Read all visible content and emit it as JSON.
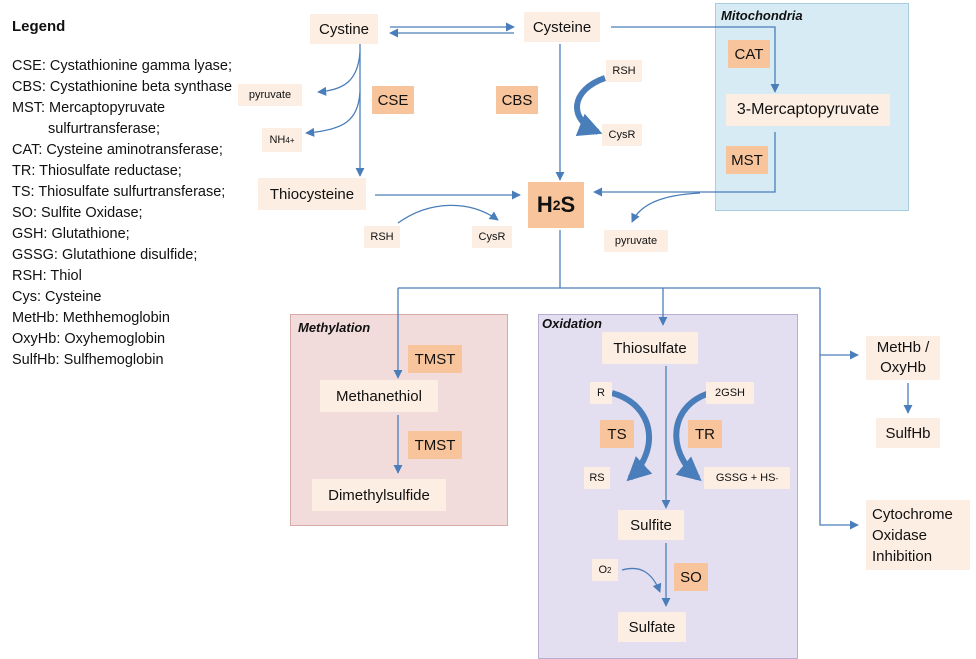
{
  "legend": {
    "title": "Legend",
    "items": [
      "CSE: Cystathionine gamma lyase;",
      "CBS: Cystathionine beta synthase",
      "MST: Mercaptopyruvate sulfurtransferase;",
      "CAT: Cysteine aminotransferase;",
      "TR: Thiosulfate reductase;",
      "TS: Thiosulfate sulfurtransferase;",
      "SO: Sulfite Oxidase;",
      "GSH: Glutathione;",
      "GSSG: Glutathione disulfide;",
      "RSH: Thiol",
      "Cys: Cysteine",
      "MetHb: Methhemoglobin",
      "OxyHb: Oxyhemoglobin",
      "SulfHb: Sulfhemoglobin"
    ]
  },
  "regions": {
    "mitochondria": "Mitochondria",
    "methylation": "Methylation",
    "oxidation": "Oxidation"
  },
  "metabolites": {
    "cystine": "Cystine",
    "cysteine": "Cysteine",
    "mercaptopyruvate": "3-Mercaptopyruvate",
    "thiocysteine": "Thiocysteine",
    "h2s_main": "H",
    "h2s_sub": "2",
    "h2s_tail": "S",
    "methanethiol": "Methanethiol",
    "dimethylsulfide": "Dimethylsulfide",
    "thiosulfate": "Thiosulfate",
    "sulfite": "Sulfite",
    "sulfate": "Sulfate",
    "methb": "MetHb / OxyHb",
    "sulfhb": "SulfHb",
    "cytochrome": "Cytochrome Oxidase Inhibition"
  },
  "side_products": {
    "pyruvate_1": "pyruvate",
    "nh4_main": "NH",
    "nh4_sub": "4",
    "nh4_sup": "+",
    "rsh_1": "RSH",
    "cysr_1": "CysR",
    "rsh_2": "RSH",
    "cysr_2": "CysR",
    "pyruvate_2": "pyruvate",
    "r": "R",
    "rs": "RS",
    "gsh2": "2GSH",
    "gssg_main": "GSSG + HS",
    "gssg_sup": "-",
    "o2_main": "O",
    "o2_sub": "2"
  },
  "enzymes": {
    "cse": "CSE",
    "cbs": "CBS",
    "cat": "CAT",
    "mst": "MST",
    "tmst_1": "TMST",
    "tmst_2": "TMST",
    "ts": "TS",
    "tr": "TR",
    "so": "SO"
  },
  "colors": {
    "arrow": "#4a7ebb",
    "mitochondria_fill": "#d6ebf4",
    "methylation_fill": "#f2dcdb",
    "oxidation_fill": "#e4dff0",
    "enzyme_fill": "#f8c49b",
    "metabolite_fill": "#fdeee3"
  }
}
